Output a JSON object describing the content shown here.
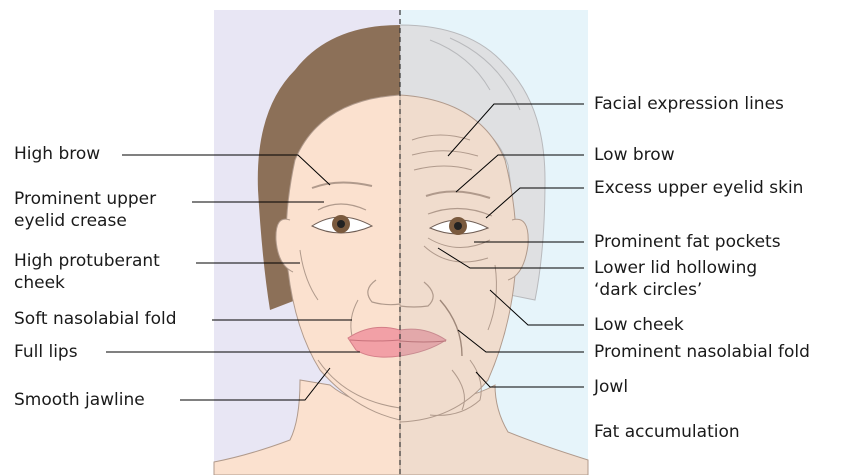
{
  "colors": {
    "young_bg": "#e8e6f4",
    "old_bg": "#e6f4fa",
    "young_skin": "#fbe1cf",
    "old_skin": "#f0dccd",
    "young_hair": "#8c7058",
    "old_hair": "#dfe0e2",
    "outline": "#b09a8c",
    "lips": "#f2a0a6",
    "leader": "#000000"
  },
  "left_labels": [
    {
      "id": "high-brow",
      "lines": [
        "High brow"
      ]
    },
    {
      "id": "upper-eyelid-crease",
      "lines": [
        "Prominent upper",
        "eyelid crease"
      ]
    },
    {
      "id": "protuberant-cheek",
      "lines": [
        "High protuberant",
        "cheek"
      ]
    },
    {
      "id": "soft-nasolabial",
      "lines": [
        "Soft nasolabial fold"
      ]
    },
    {
      "id": "full-lips",
      "lines": [
        "Full lips"
      ]
    },
    {
      "id": "smooth-jawline",
      "lines": [
        "Smooth jawline"
      ]
    }
  ],
  "right_labels": [
    {
      "id": "expression-lines",
      "lines": [
        "Facial expression lines"
      ]
    },
    {
      "id": "low-brow",
      "lines": [
        "Low brow"
      ]
    },
    {
      "id": "excess-eyelid-skin",
      "lines": [
        "Excess upper eyelid skin"
      ]
    },
    {
      "id": "fat-pockets",
      "lines": [
        "Prominent fat pockets"
      ]
    },
    {
      "id": "lid-hollowing",
      "lines": [
        "Lower lid hollowing",
        "‘dark circles’"
      ]
    },
    {
      "id": "low-cheek",
      "lines": [
        "Low cheek"
      ]
    },
    {
      "id": "prominent-nasolabial",
      "lines": [
        "Prominent nasolabial fold"
      ]
    },
    {
      "id": "jowl",
      "lines": [
        "Jowl"
      ]
    },
    {
      "id": "fat-accumulation",
      "lines": [
        "Fat accumulation"
      ]
    }
  ]
}
